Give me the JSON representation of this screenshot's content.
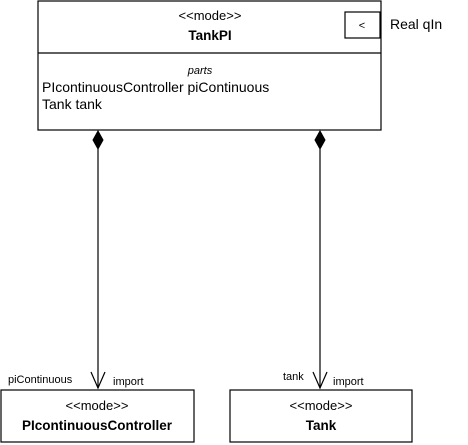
{
  "tankpi": {
    "stereotype": "<<mode>>",
    "name": "TankPI",
    "compartment_title": "parts",
    "parts": [
      "PIcontinuousController piContinuous",
      "Tank tank"
    ],
    "port_symbol": "<",
    "port_label": "Real qIn"
  },
  "controller": {
    "stereotype": "<<mode>>",
    "name": "PIcontinuousController"
  },
  "tank": {
    "stereotype": "<<mode>>",
    "name": "Tank"
  },
  "links": {
    "left_role": "piContinuous",
    "left_dependency": "import",
    "right_role": "tank",
    "right_dependency": "import"
  }
}
